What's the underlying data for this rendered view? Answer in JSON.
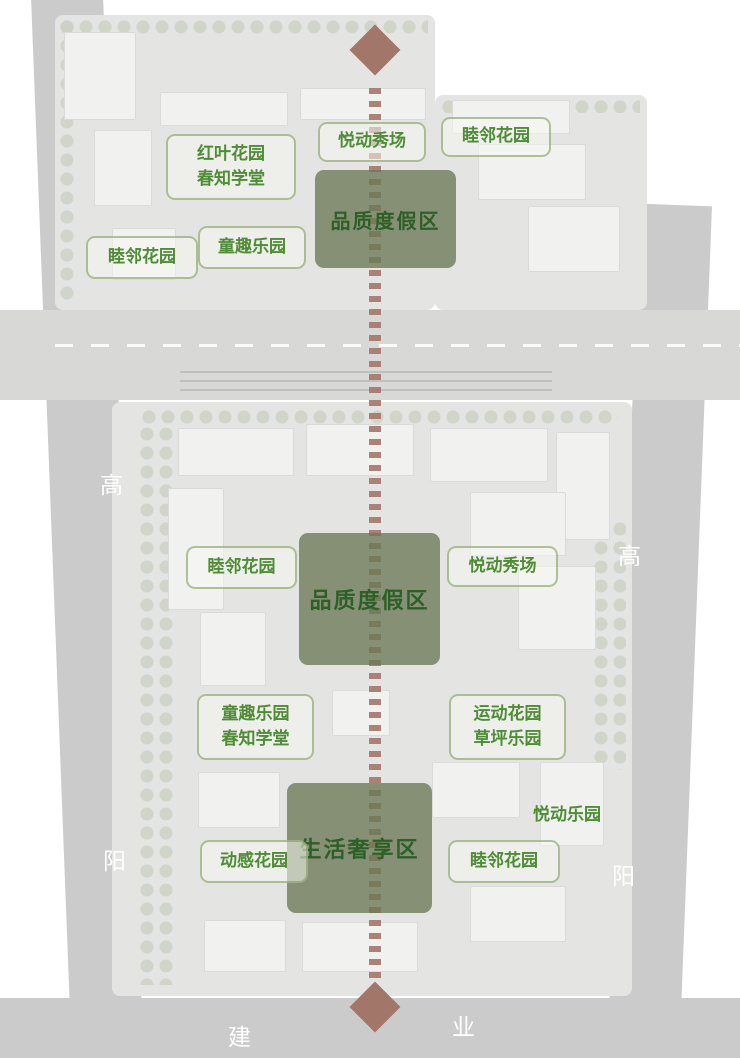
{
  "colors": {
    "axis_accent": "#a3766a",
    "label_green": "#4e8c36",
    "zone_fill_green": "#6a7855",
    "road_gray": "#cbcbcb"
  },
  "zones": {
    "north": {
      "red_leaf": {
        "line1": "红叶花园",
        "line2": "春知学堂"
      },
      "show_stage": "悦动秀场",
      "mulin_top_right": "睦邻花园",
      "quality_zone": "品质度假区",
      "mulin_left": "睦邻花园",
      "kids_park": "童趣乐园"
    },
    "south": {
      "mulin_top": "睦邻花园",
      "quality_zone": "品质度假区",
      "show_stage": "悦动秀场",
      "kids": {
        "line1": "童趣乐园",
        "line2": "春知学堂"
      },
      "sports": {
        "line1": "运动花园",
        "line2": "草坪乐园"
      },
      "life_zone": "生活奢享区",
      "dynamic_garden": "动感花园",
      "mulin_bottom": "睦邻花园",
      "joy_park": "悦动乐园"
    }
  },
  "roads": {
    "left": {
      "top_char": "高",
      "bottom_char": "阳"
    },
    "right": {
      "top_char": "高",
      "bottom_char": "阳"
    },
    "bottom": {
      "left_char": "建",
      "right_char": "业"
    }
  }
}
